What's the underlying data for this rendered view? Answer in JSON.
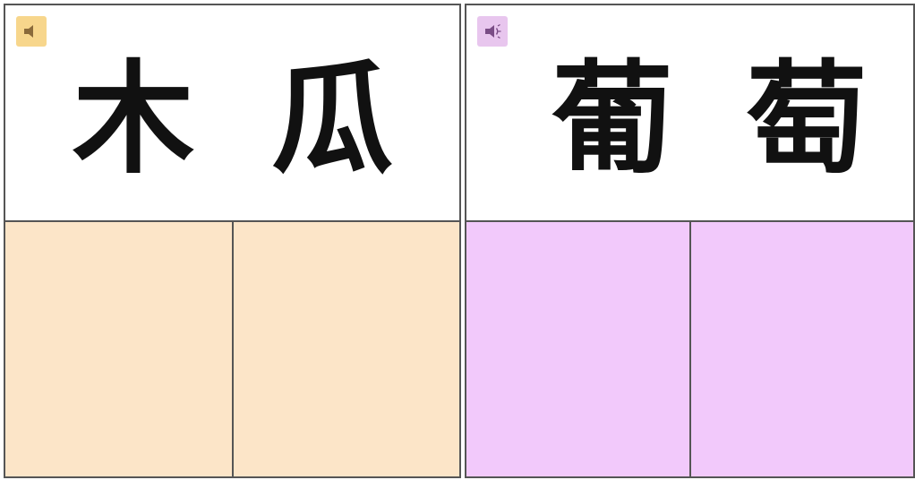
{
  "cards": [
    {
      "characters": [
        "木",
        "瓜"
      ],
      "speaker_icon": "speaker-icon",
      "speaker_bg": "#f7d68c",
      "speaker_fg": "#8a6a3a",
      "slot_color": "#fce5c8"
    },
    {
      "characters": [
        "葡",
        "萄"
      ],
      "speaker_icon": "speaker-icon",
      "speaker_bg": "#e8c6ee",
      "speaker_fg": "#7a4d86",
      "slot_color": "#f2c9fb"
    }
  ]
}
